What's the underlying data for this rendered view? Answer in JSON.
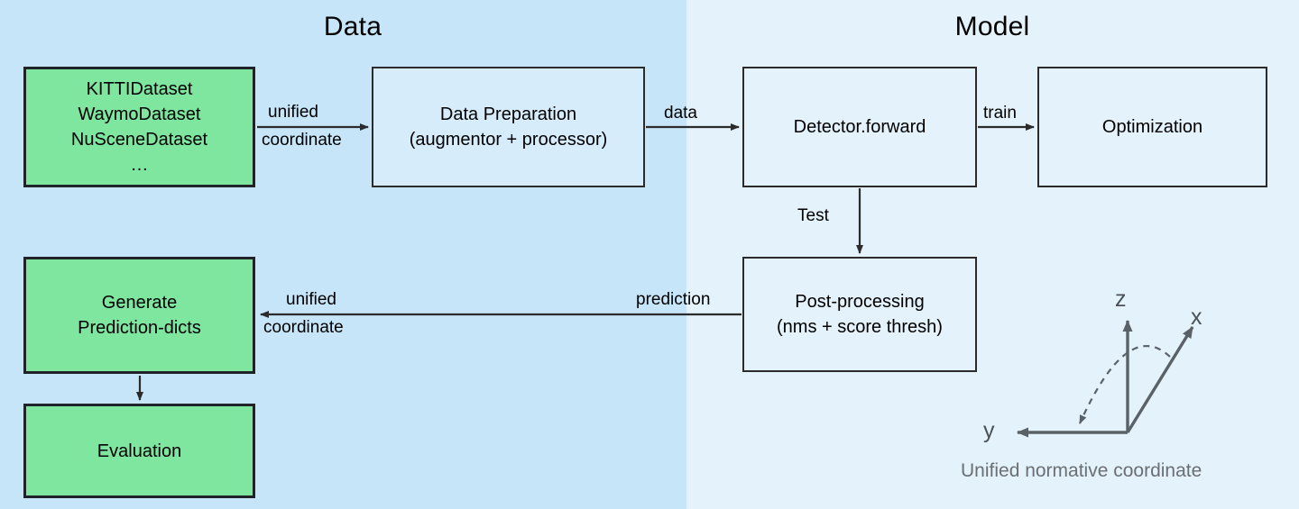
{
  "panels": {
    "data": {
      "title": "Data",
      "bg": "#c7e5f8"
    },
    "model": {
      "title": "Model",
      "bg": "#e3f2fb"
    }
  },
  "nodes": {
    "datasets": {
      "lines": [
        "KITTIDataset",
        "WaymoDataset",
        "NuSceneDataset",
        "…"
      ],
      "fill": "#7fe6a0"
    },
    "data_preparation": {
      "line1": "Data Preparation",
      "line2": "(augmentor + processor)",
      "fill": "#d6ecfa"
    },
    "detector": {
      "label": "Detector.forward",
      "fill": "#e3f2fb"
    },
    "optimization": {
      "label": "Optimization",
      "fill": "#e3f2fb"
    },
    "post_processing": {
      "line1": "Post-processing",
      "line2": "(nms + score thresh)",
      "fill": "#e3f2fb"
    },
    "generate_prediction_dicts": {
      "line1": "Generate",
      "line2": "Prediction-dicts",
      "fill": "#7fe6a0"
    },
    "evaluation": {
      "label": "Evaluation",
      "fill": "#7fe6a0"
    }
  },
  "edges": {
    "datasets_to_dataprep": {
      "line1": "unified",
      "line2": "coordinate"
    },
    "dataprep_to_detector": {
      "label": "data"
    },
    "detector_to_optimization": {
      "label": "train"
    },
    "detector_to_postproc": {
      "label": "Test"
    },
    "postproc_to_generate": {
      "label": "prediction"
    },
    "postproc_to_generate_2": {
      "line1": "unified",
      "line2": "coordinate"
    }
  },
  "coordinate_widget": {
    "caption": "Unified normative coordinate",
    "axes": {
      "z": "z",
      "x": "x",
      "y": "y"
    },
    "color": "#5a6268"
  }
}
